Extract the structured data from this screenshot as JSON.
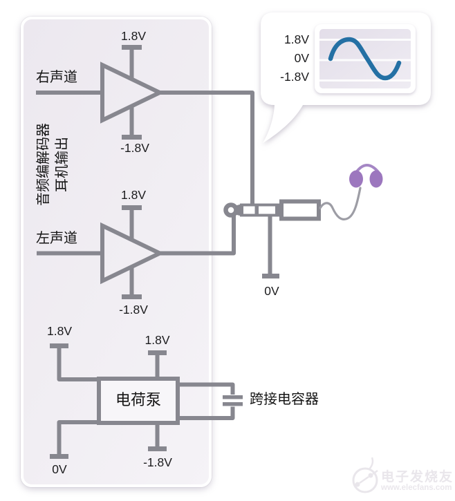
{
  "codec_block": {
    "vertical_label_line1": "音频编解码器",
    "vertical_label_line2": "耳机输出"
  },
  "channels": {
    "right": "右声道",
    "left": "左声道"
  },
  "opamp1": {
    "supply_top": "1.8V",
    "supply_bottom": "-1.8V"
  },
  "opamp2": {
    "supply_top": "1.8V",
    "supply_bottom": "-1.8V"
  },
  "callout": {
    "level_high": "1.8V",
    "level_mid": "0V",
    "level_low": "-1.8V",
    "waveform": "sine",
    "waveform_levels": [
      1.8,
      0,
      -1.8
    ]
  },
  "jack": {
    "ground_label": "0V"
  },
  "charge_pump": {
    "label": "电荷泵",
    "supply_left": "1.8V",
    "supply_top": "1.8V",
    "supply_bottom": "-1.8V",
    "ground_left": "0V",
    "flying_cap_label": "跨接电容器"
  },
  "watermark": {
    "brand": "电子发烧友",
    "site": "www.elecfans.com"
  },
  "icons": {
    "headphones": "headphones-icon",
    "audio_jack": "audio-jack-icon",
    "capacitor": "capacitor-icon",
    "speech_bubble": "speech-bubble",
    "waveform_screen": "waveform-screen",
    "logo": "elecfans-logo-icon"
  },
  "colors": {
    "wire": "#87878f",
    "panel_fill_start": "#ece8ef",
    "panel_fill_end": "#f5f3f7",
    "sine": "#2470a4",
    "headphone_purple": "#9c77be",
    "headband_purple": "#a587c5",
    "text": "#1b1b1d",
    "watermark": "#e9e6eb"
  }
}
